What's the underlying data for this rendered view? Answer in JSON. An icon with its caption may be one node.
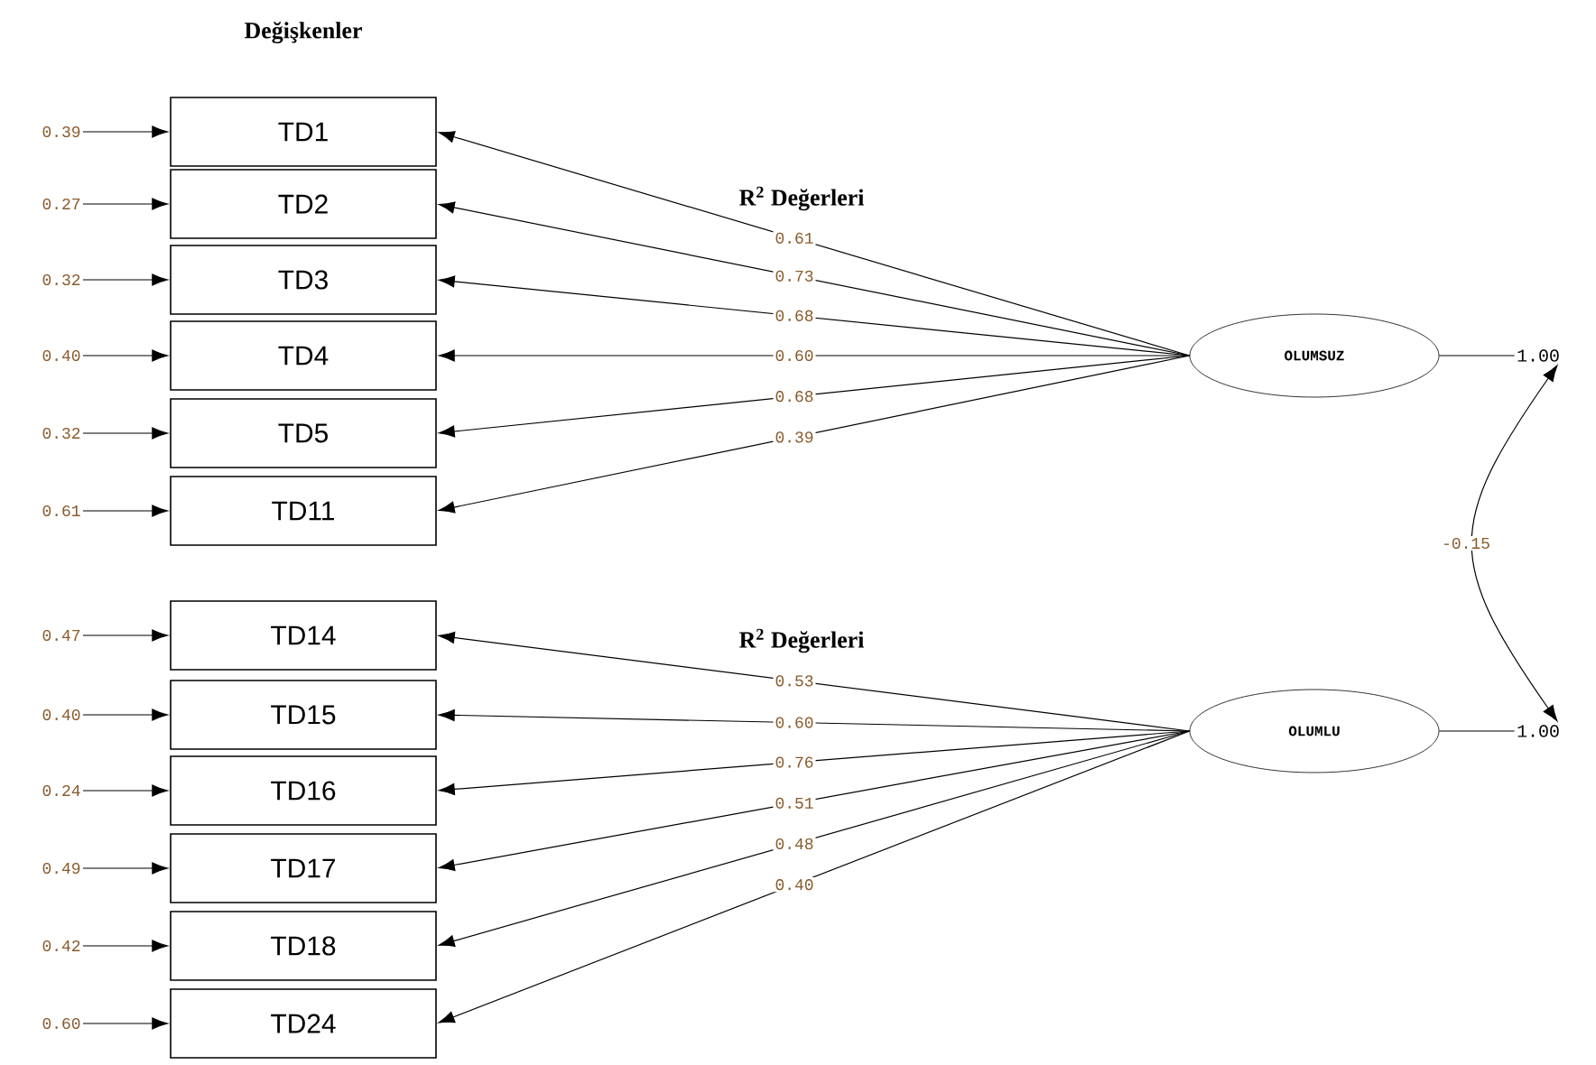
{
  "diagram": {
    "nodes": [
      {
        "text": [
          "TD1"
        ]
      },
      {
        "text": [
          "TD2"
        ]
      },
      {
        "text": [
          "TD3"
        ]
      },
      {
        "text": [
          "TD4"
        ]
      },
      {
        "text": [
          "TD5"
        ]
      },
      {
        "text": [
          "TD11"
        ]
      },
      {
        "text": [
          "TD14"
        ]
      },
      {
        "text": [
          "TD15"
        ]
      },
      {
        "text": [
          "TD16"
        ]
      },
      {
        "text": [
          "TD17"
        ]
      },
      {
        "text": [
          "TD18"
        ]
      },
      {
        "text": [
          "TD24"
        ]
      },
      {
        "text": [
          "0.39"
        ]
      },
      {
        "text": [
          "0.27"
        ]
      },
      {
        "text": [
          "0.32"
        ]
      },
      {
        "text": [
          "0.40"
        ]
      },
      {
        "text": [
          "0.32"
        ]
      },
      {
        "text": [
          "0.61"
        ]
      },
      {
        "text": [
          "0.47"
        ]
      },
      {
        "text": [
          "0.40"
        ]
      },
      {
        "text": [
          "0.24"
        ]
      },
      {
        "text": [
          "0.49"
        ]
      },
      {
        "text": [
          "0.42"
        ]
      },
      {
        "text": [
          "0.60"
        ]
      },
      {
        "text": [
          "OLUMSUZ"
        ]
      },
      {
        "text": [
          "OLUMLU"
        ]
      },
      {
        "text": [
          "1.00"
        ]
      },
      {
        "text": [
          "1.00"
        ]
      }
    ],
    "edges": [
      {
        "from": 12,
        "to": 0,
        "arrow": "to"
      },
      {
        "from": 13,
        "to": 1,
        "arrow": "to"
      },
      {
        "from": 14,
        "to": 2,
        "arrow": "to"
      },
      {
        "from": 15,
        "to": 3,
        "arrow": "to"
      },
      {
        "from": 16,
        "to": 4,
        "arrow": "to"
      },
      {
        "from": 17,
        "to": 5,
        "arrow": "to"
      },
      {
        "from": 18,
        "to": 6,
        "arrow": "to"
      },
      {
        "from": 19,
        "to": 7,
        "arrow": "to"
      },
      {
        "from": 20,
        "to": 8,
        "arrow": "to"
      },
      {
        "from": 21,
        "to": 9,
        "arrow": "to"
      },
      {
        "from": 22,
        "to": 10,
        "arrow": "to"
      },
      {
        "from": 23,
        "to": 11,
        "arrow": "to"
      },
      {
        "from": 24,
        "to": 0,
        "arrow": "to",
        "label": "0.61"
      },
      {
        "from": 24,
        "to": 1,
        "arrow": "to",
        "label": "0.73"
      },
      {
        "from": 24,
        "to": 2,
        "arrow": "to",
        "label": "0.68"
      },
      {
        "from": 24,
        "to": 3,
        "arrow": "to",
        "label": "0.60"
      },
      {
        "from": 24,
        "to": 4,
        "arrow": "to",
        "label": "0.68"
      },
      {
        "from": 24,
        "to": 5,
        "arrow": "to",
        "label": "0.39"
      },
      {
        "from": 25,
        "to": 6,
        "arrow": "to",
        "label": "0.53"
      },
      {
        "from": 25,
        "to": 7,
        "arrow": "to",
        "label": "0.60"
      },
      {
        "from": 25,
        "to": 8,
        "arrow": "to",
        "label": "0.76"
      },
      {
        "from": 25,
        "to": 9,
        "arrow": "to",
        "label": "0.51"
      },
      {
        "from": 25,
        "to": 10,
        "arrow": "to",
        "label": "0.48"
      },
      {
        "from": 25,
        "to": 11,
        "arrow": "to",
        "label": "0.40"
      },
      {
        "from": 24,
        "to": 26,
        "arrow": "none"
      },
      {
        "from": 25,
        "to": 27,
        "arrow": "none"
      },
      {
        "from": 26,
        "to": 27,
        "arrow": "both",
        "label": "-0.15"
      }
    ],
    "labels": [
      "Değişkenler",
      "R$^{2}$ Değerleri",
      "R$^{2}$ Değerleri"
    ]
  }
}
